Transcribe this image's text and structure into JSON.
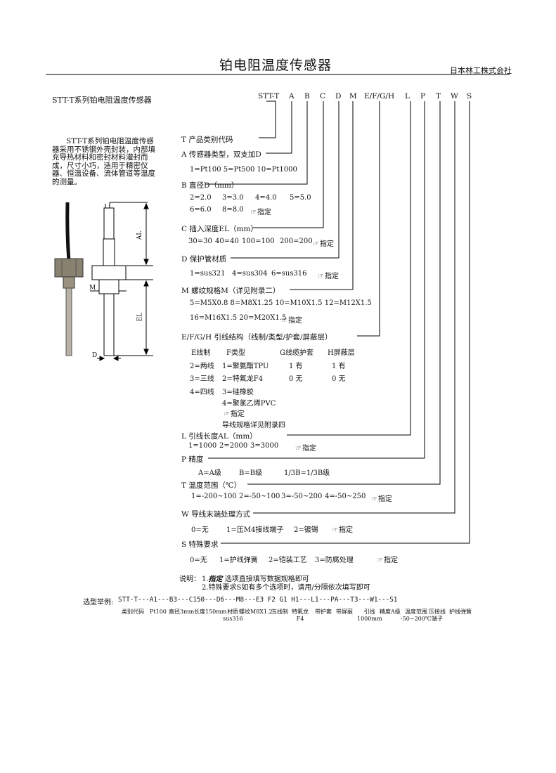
{
  "header": {
    "title": "铂电阻温度传感器",
    "company": "日本林工株式会社"
  },
  "product": {
    "name": "STT-T系列铂电阻温度传感器",
    "description": "STT-T系列铂电阻温度传感器采用不锈钢外壳封装，内部填充导热材料和密封材料灌封而成，尺寸小巧，适用于精密仪器、恒温设备、流体管道等温度的测量。"
  },
  "code_letters": [
    "STT-T",
    "A",
    "B",
    "C",
    "D",
    "M",
    "E/F/G/H",
    "L",
    "P",
    "T",
    "W",
    "S"
  ],
  "drawing_labels": {
    "al": "AL",
    "el": "EL",
    "m": "M",
    "d": "D"
  },
  "sections": {
    "t": {
      "heading": "T 产品类别代码"
    },
    "a": {
      "heading": "A 传感器类型，双支加D",
      "line1": "1=Pt100 5=Pt500 10=Pt1000"
    },
    "b": {
      "heading": "B 直径D（mm）",
      "r1": [
        "2=2.0",
        "3=3.0",
        "4=4.0",
        "5=5.0"
      ],
      "r2": [
        "6=6.0",
        "8=8.0"
      ],
      "spec": "指定"
    },
    "c": {
      "heading": "C 插入深度EL（mm）",
      "r1": [
        "30=30",
        "40=40",
        "100=100",
        "200=200"
      ],
      "spec": "指定"
    },
    "d": {
      "heading": "D 保护管材质",
      "r1": [
        "1=sus321",
        "4=sus304",
        "6=sus316"
      ],
      "spec": "指定"
    },
    "m": {
      "heading": "M 螺纹规格M（详见附录二）",
      "r1": "5=M5X0.8 8=M8X1.25 10=M10X1.5 12=M12X1.5",
      "r2": "16=M16X1.5 20=M20X1.5",
      "spec": "指定"
    },
    "efgh": {
      "heading": "E/F/G/H 引线结构（线制/类型/护套/屏蔽层）",
      "col_heads": [
        "E线制",
        "F类型",
        "G线缆护套",
        "H屏蔽层"
      ],
      "e": [
        "2=两线",
        "3=三线",
        "4=四线"
      ],
      "f": [
        "1=聚氨酯TPU",
        "2=特氟龙F4",
        "3=硅橡胶",
        "4=聚氯乙烯PVC"
      ],
      "g": [
        "1 有",
        "0 无"
      ],
      "h": [
        "1 有",
        "0 无"
      ],
      "spec": "指定",
      "note": "导线规格详见附录四"
    },
    "l": {
      "heading": "L 引线长度AL（mm）",
      "r1": [
        "1=1000",
        "2=2000",
        "3=3000"
      ],
      "spec": "指定"
    },
    "p": {
      "heading": "P 精度",
      "r1": [
        "A=A级",
        "B=B级",
        "1/3B=1/3B级"
      ]
    },
    "tr": {
      "heading": "T 温度范围（℃）",
      "r1": [
        "1=-200~100",
        "2=-50~100",
        "3=-50~200",
        "4=-50~250"
      ],
      "spec": "指定"
    },
    "w": {
      "heading": "W 导线末端处理方式",
      "r1": [
        "0=无",
        "1=压M4接线端子",
        "2=镀锡"
      ],
      "spec": "指定"
    },
    "s": {
      "heading": "S 特殊要求",
      "r1": [
        "0=无",
        "1=护线弹簧",
        "2=铠装工艺",
        "3=防腐处理"
      ],
      "spec": "指定"
    }
  },
  "notes": {
    "label": "说明：",
    "n1_prefix": "1.",
    "n1_em": "指定",
    "n1_rest": " 选项直接填写数据规格即可",
    "n2": "2.特殊要求S如有多个选项时，请用/分隔依次填写即可"
  },
  "example": {
    "label": "选型举例:",
    "code": "STT-T---A1---B3---C150---D6---M8---E3    F2   G1   H1---L1---PA---T3---W1---S1",
    "parts": [
      "类别代码",
      "Pt100",
      "直径3mm",
      "长度150mm",
      "材质\nsus316",
      "螺纹M8X1.25",
      "三线制",
      "特氟龙\nF4",
      "带护套",
      "带屏蔽",
      "引线\n1000mm",
      "精度A级",
      "温度范围\n-50~200℃",
      "压接线\n端子",
      "护线弹簧"
    ]
  }
}
